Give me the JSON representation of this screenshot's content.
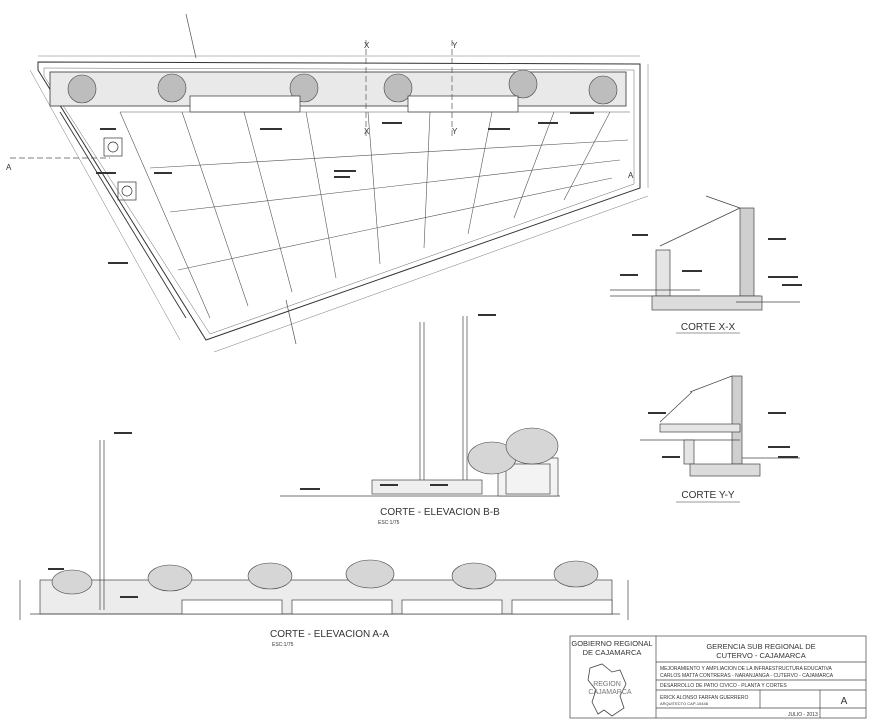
{
  "sections": {
    "corte_xx": "CORTE X-X",
    "corte_yy": "CORTE Y-Y",
    "elev_bb": "CORTE - ELEVACION B-B",
    "elev_aa": "CORTE - ELEVACION A-A",
    "escala": "ESC:1/75"
  },
  "markers": {
    "x": "X",
    "y": "Y",
    "a": "A"
  },
  "title_block": {
    "org_line1": "GOBIERNO REGIONAL",
    "org_line2": "DE CAJAMARCA",
    "map_line1": "REGION",
    "map_line2": "CAJAMARCA",
    "gerencia_line1": "GERENCIA SUB REGIONAL DE",
    "gerencia_line2": "CUTERVO - CAJAMARCA",
    "project_line1": "MEJORAMIENTO Y AMPLIACION DE LA INFRAESTRUCTURA EDUCATIVA",
    "project_line2": "CARLOS MATTA CONTRERAS - NARANJANGA - CUTERVO - CAJAMARCA",
    "sheet_title": "DESARROLLO DE PATIO CIVICO - PLANTA Y CORTES",
    "author": "ERICK ALONSO FARFAN GUERRERO",
    "author_sub": "ARQUITECTO  CAP-10448",
    "date": "JULIO - 2013",
    "sheet_no": "A"
  }
}
